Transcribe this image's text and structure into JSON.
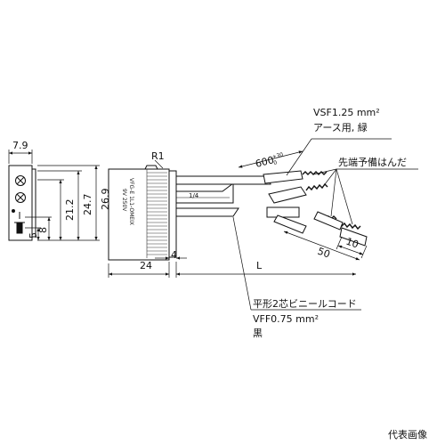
{
  "dimensions": {
    "side_width": "7.9",
    "height_outer": "26.9",
    "height_mid": "24.7",
    "height_inner": "21.2",
    "offset_8": "8",
    "offset_5": "5",
    "body_length": "24",
    "gap_4": "4",
    "radius": "R1",
    "cable_length": "L",
    "earth_wire_length": "600",
    "earth_wire_tol_upper": "+30",
    "earth_wire_tol_lower": "0",
    "strip_length": "50",
    "tin_length": "10"
  },
  "callouts": {
    "earth_wire_spec": "VSF1.25 mm²",
    "earth_wire_desc": "アース用, 緑",
    "pretin_note": "先端予備はんだ",
    "cord_name": "平形2芯ビニールコード",
    "cord_spec": "VFF0.75 mm²",
    "cord_color": "黒"
  },
  "body_marking": {
    "line1": "VFG-E 1L1-OMEIX",
    "line2": "9V 250V"
  },
  "footer_note": "代表画像"
}
